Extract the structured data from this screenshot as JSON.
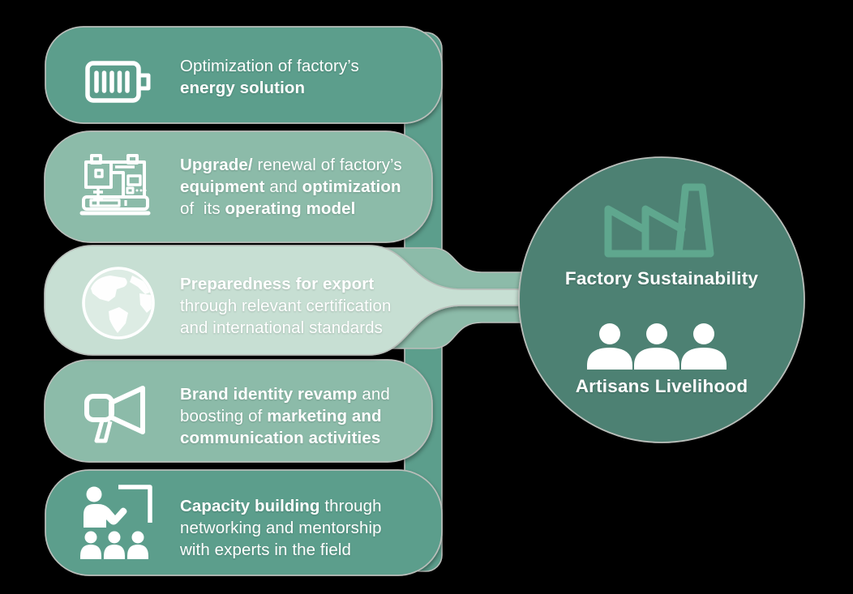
{
  "colors": {
    "dark": "#5C9E8C",
    "medium": "#8CBBA9",
    "light": "#C7DFD3",
    "circleFill": "#4E8173",
    "iconStroke": "#5FA78E",
    "outline": "#B9BEBA",
    "white": "#FFFFFF"
  },
  "cards": [
    {
      "id": "energy",
      "icon": "battery-icon",
      "tone": "dark",
      "lines": [
        [
          {
            "t": "Optimization of factory’s"
          }
        ],
        [
          {
            "t": "energy solution"
          }
        ]
      ]
    },
    {
      "id": "equipment",
      "icon": "sewing-machine-icon",
      "tone": "medium",
      "lines": [
        [
          {
            "t": "Upgrade/"
          },
          {
            "t": " renewal of factory’s"
          }
        ],
        [
          {
            "t": "equipment"
          },
          {
            "t": " and "
          },
          {
            "t": "optimization"
          }
        ],
        [
          {
            "t": "of  its "
          },
          {
            "t": "operating model"
          }
        ]
      ]
    },
    {
      "id": "export",
      "icon": "globe-icon",
      "tone": "light",
      "lines": [
        [
          {
            "t": "Preparedness for export"
          }
        ],
        [
          {
            "t": "through relevant certification"
          }
        ],
        [
          {
            "t": "and international standards"
          }
        ]
      ]
    },
    {
      "id": "brand",
      "icon": "megaphone-icon",
      "tone": "medium",
      "lines": [
        [
          {
            "t": "Brand identity revamp"
          },
          {
            "t": " and"
          }
        ],
        [
          {
            "t": "boosting of "
          },
          {
            "t": "marketing and"
          }
        ],
        [
          {
            "t": "communication activities"
          }
        ]
      ]
    },
    {
      "id": "capacity",
      "icon": "training-icon",
      "tone": "dark",
      "lines": [
        [
          {
            "t": "Capacity building"
          },
          {
            "t": " through"
          }
        ],
        [
          {
            "t": "networking and mentorship"
          }
        ],
        [
          {
            "t": "with experts in the field"
          }
        ]
      ]
    }
  ],
  "circle": {
    "top_label": "Factory Sustainability",
    "bottom_label": "Artisans Livelihood",
    "top_icon": "factory-icon",
    "bottom_icon": "people-icon"
  }
}
